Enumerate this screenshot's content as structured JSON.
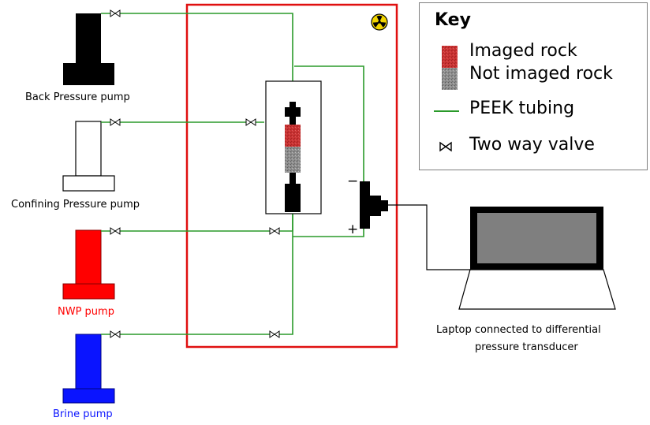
{
  "pumps": {
    "back_pressure": {
      "label": "Back Pressure pump",
      "color": "#000000"
    },
    "confining_pressure": {
      "label": "Confining Pressure pump",
      "color": "#ffffff"
    },
    "nwp": {
      "label": "NWP pump",
      "color": "#ff0000"
    },
    "brine": {
      "label": "Brine pump",
      "color": "#0a14ff"
    }
  },
  "laptop": {
    "label_line1": "Laptop connected to differential",
    "label_line2": "pressure transducer"
  },
  "transducer": {
    "minus_sign": "−",
    "plus_sign": "+"
  },
  "legend": {
    "title": "Key",
    "imaged_rock": "Imaged rock",
    "not_imaged_rock": "Not imaged rock",
    "peek_tubing": "PEEK tubing",
    "two_way_valve": "Two way valve",
    "valve_symbol": "⋈"
  },
  "colors": {
    "tubing": "#2a9a2a",
    "xray_enclosure": "#e01010",
    "imaged_rock": "#c83232",
    "not_imaged_rock": "#8c8c8c",
    "radiation_badge": "#f2d500"
  },
  "icons": {
    "radiation": "radiation-hazard-icon",
    "valve": "two-way-valve-icon"
  }
}
